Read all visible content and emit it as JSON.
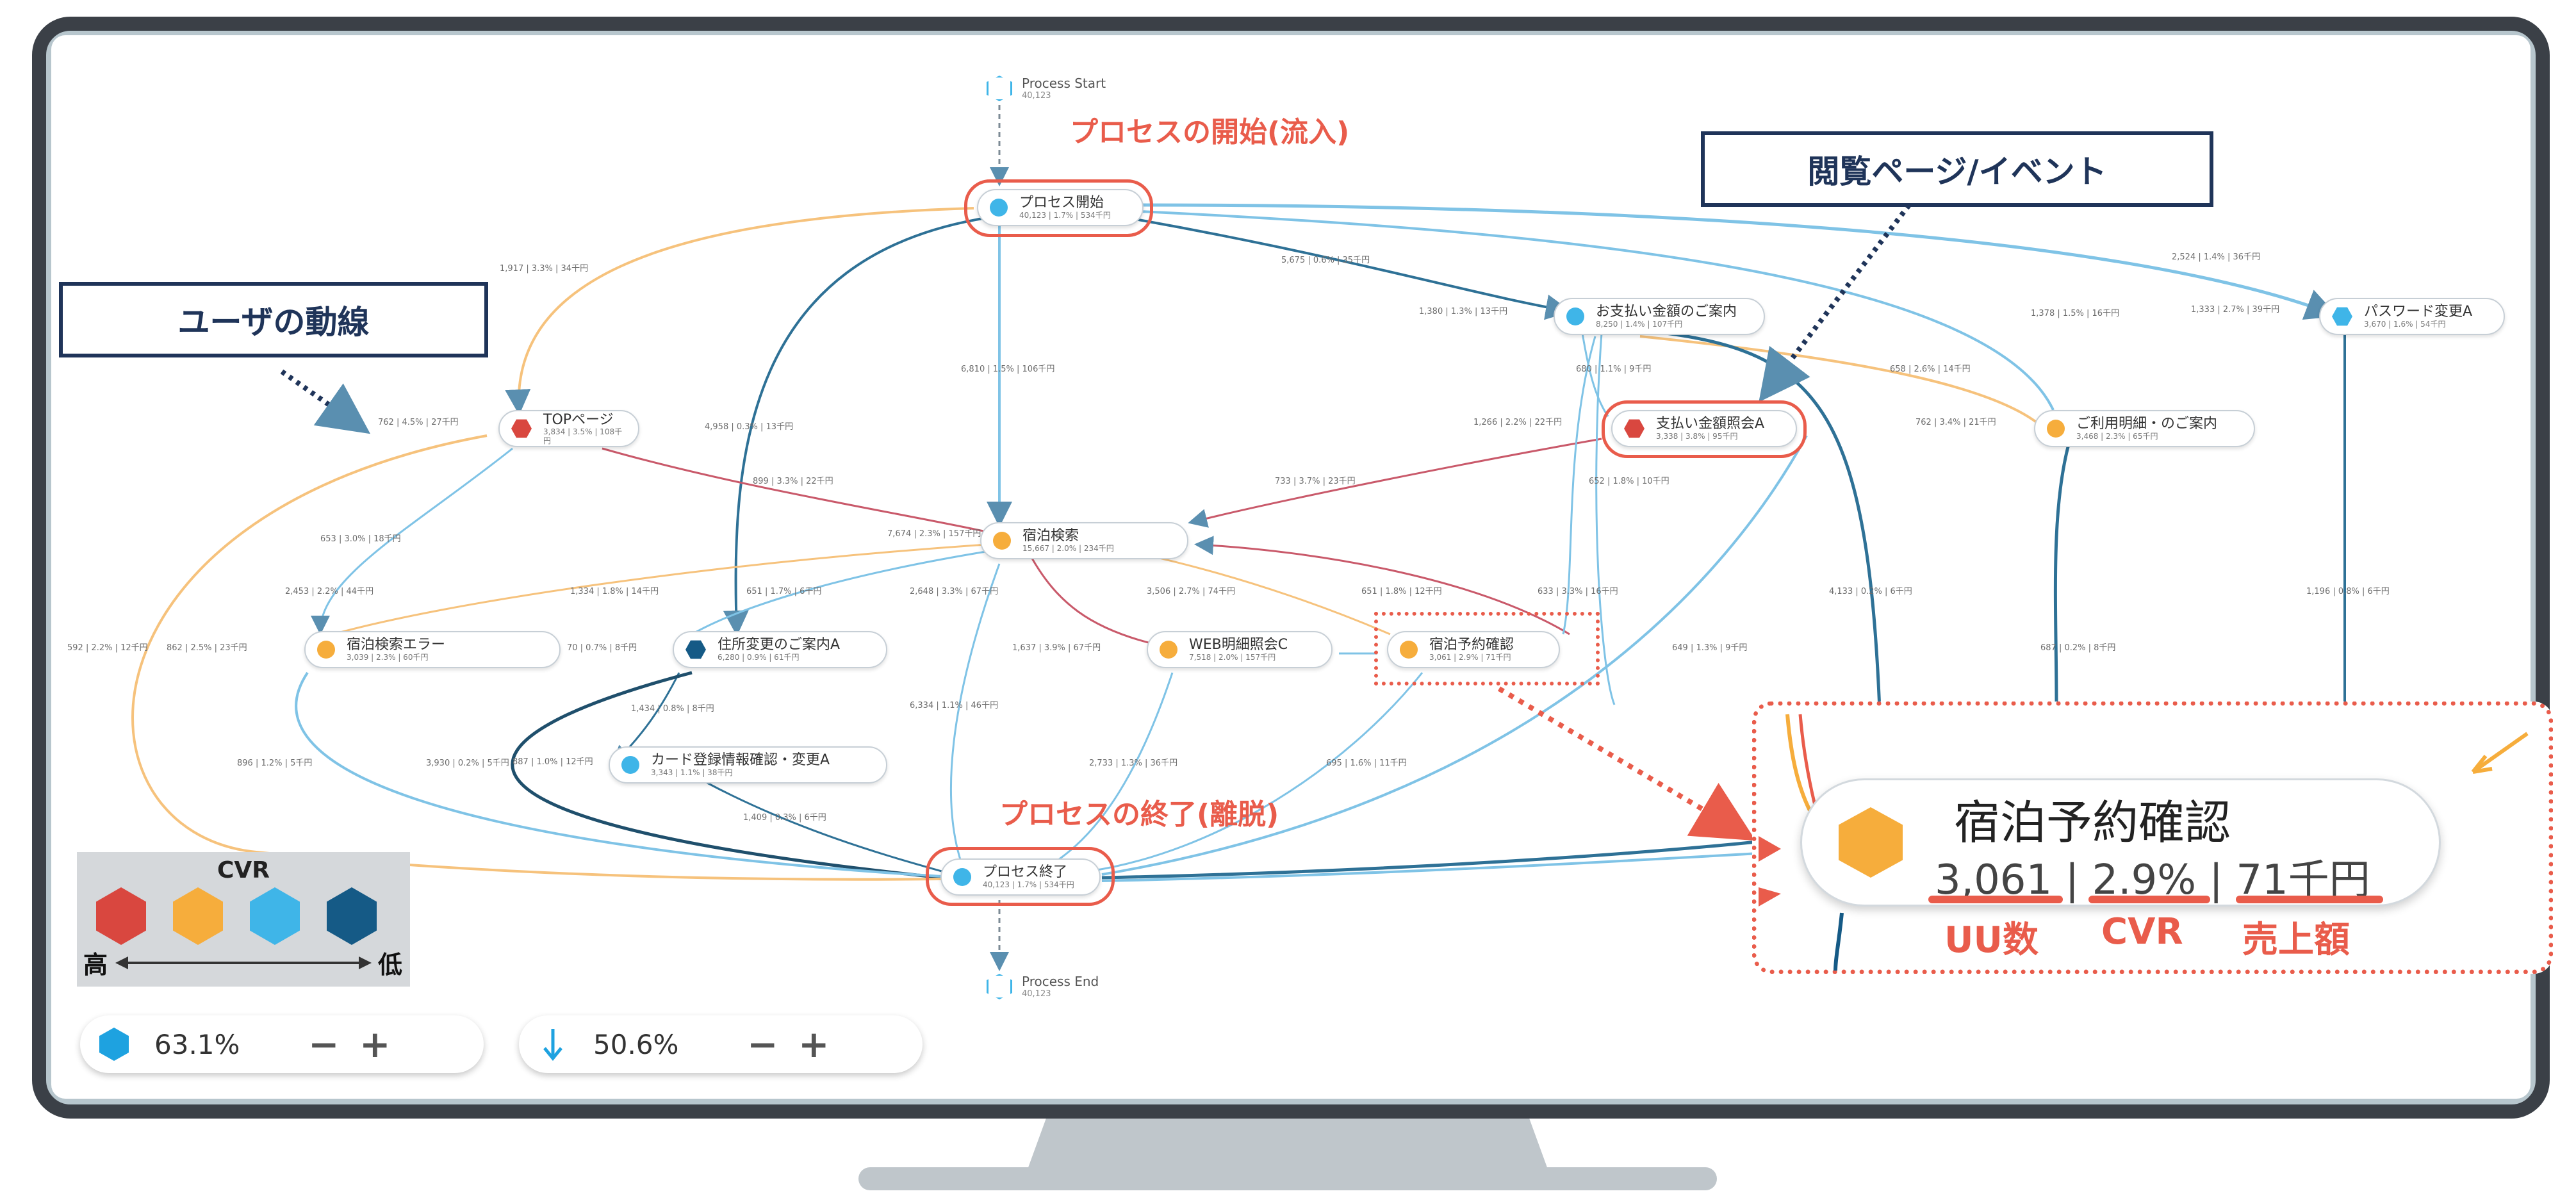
{
  "annotations": {
    "process_start_title": "プロセスの開始(流入)",
    "process_end_title": "プロセスの終了(離脱)",
    "callout_user_flow": "ユーザの動線",
    "callout_page_event": "閲覧ページ/イベント"
  },
  "flow": {
    "process_start": {
      "name": "Process Start",
      "count": "40,123"
    },
    "process_end": {
      "name": "Process End",
      "count": "40,123"
    },
    "nodes": {
      "start": {
        "name": "プロセス開始",
        "stats": "40,123 | 1.7% | 534千円"
      },
      "top": {
        "name": "TOPページ",
        "stats": "3,834 | 3.5% | 108千円"
      },
      "payment_guide": {
        "name": "お支払い金額のご案内",
        "stats": "8,250 | 1.4% | 107千円"
      },
      "payment_ref": {
        "name": "支払い金額照会A",
        "stats": "3,338 | 3.8% | 95千円"
      },
      "usage": {
        "name": "ご利用明細・のご案内",
        "stats": "3,468 | 2.3% | 65千円"
      },
      "password": {
        "name": "パスワード変更A",
        "stats": "3,670 | 1.6% | 54千円"
      },
      "search": {
        "name": "宿泊検索",
        "stats": "15,667 | 2.0% | 234千円"
      },
      "search_error": {
        "name": "宿泊検索エラー",
        "stats": "3,039 | 2.3% | 60千円"
      },
      "address": {
        "name": "住所変更のご案内A",
        "stats": "6,280 | 0.9% | 61千円"
      },
      "web_detail": {
        "name": "WEB明細照会C",
        "stats": "7,518 | 2.0% | 157千円"
      },
      "confirm": {
        "name": "宿泊予約確認",
        "stats": "3,061 | 2.9% | 71千円"
      },
      "card": {
        "name": "カード登録情報確認・変更A",
        "stats": "3,343 | 1.1% | 38千円"
      },
      "end": {
        "name": "プロセス終了",
        "stats": "40,123 | 1.7% | 534千円"
      }
    },
    "edge_labels": [
      "5,675 | 0.6% | 35千円",
      "2,524 | 1.4% | 36千円",
      "1,917 | 3.3% | 34千円",
      "1,380 | 1.3% | 13千円",
      "1,333 | 2.7% | 39千円",
      "1,378 | 1.5% | 16千円",
      "762 | 4.5% | 27千円",
      "4,958 | 0.3% | 13千円",
      "6,810 | 1.5% | 106千円",
      "680 | 1.1% | 9千円",
      "658 | 2.6% | 14千円",
      "1,266 | 2.2% | 22千円",
      "762 | 3.4% | 21千円",
      "899 | 3.3% | 22千円",
      "733 | 3.7% | 23千円",
      "652 | 1.8% | 10千円",
      "653 | 3.0% | 18千円",
      "7,674 | 2.3% | 157千円",
      "2,453 | 2.2% | 44千円",
      "1,334 | 1.8% | 14千円",
      "651 | 1.7% | 6千円",
      "2,648 | 3.3% | 67千円",
      "3,506 | 2.7% | 74千円",
      "651 | 1.8% | 12千円",
      "633 | 3.3% | 16千円",
      "4,133 | 0.2% | 6千円",
      "1,196 | 0.8% | 6千円",
      "592 | 2.2% | 12千円",
      "862 | 2.5% | 23千円",
      "70 | 0.7% | 8千円",
      "1,637 | 3.9% | 67千円",
      "649 | 1.3% | 9千円",
      "687 | 0.2% | 8千円",
      "1,434 | 0.8% | 8千円",
      "896 | 1.2% | 5千円",
      "3,930 | 0.2% | 5千円",
      "887 | 1.0% | 12千円",
      "2,733 | 1.3% | 36千円",
      "695 | 1.6% | 11千円",
      "6,334 | 1.1% | 46千円",
      "1,409 | 0.3% | 6千円"
    ]
  },
  "zoom": {
    "name": "宿泊予約確認",
    "uu": "3,061",
    "cvr": "2.9%",
    "sales": "71千円",
    "sep": "|",
    "label_uu": "UU数",
    "label_cvr": "CVR",
    "label_sales": "売上額"
  },
  "legend": {
    "title": "CVR",
    "high": "高",
    "low": "低",
    "colors": [
      "#d9473f",
      "#f6ad3c",
      "#3fb5e8",
      "#155a86"
    ]
  },
  "controls": {
    "node_value": "63.1%",
    "edge_value": "50.6%",
    "minus": "−",
    "plus": "+"
  }
}
